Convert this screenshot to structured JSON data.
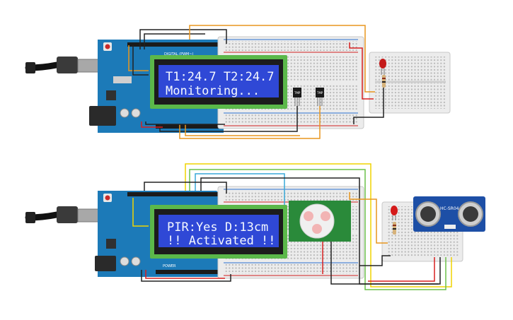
{
  "circuit_top": {
    "lcd": {
      "line1": "T1:24.7  T2:24.7",
      "line2": "Monitoring..."
    },
    "arduino": {
      "label": "DIGITAL (PWM~)"
    },
    "sensor_labels": [
      "TMP",
      "TMP"
    ]
  },
  "circuit_bottom": {
    "lcd": {
      "line1": "PIR:Yes  D:13cm",
      "line2": "!! Activated !!"
    },
    "arduino": {
      "label": "POWER"
    },
    "ultrasonic": {
      "model": "HC-SR04"
    }
  },
  "colors": {
    "arduino_blue": "#1c7ab8",
    "lcd_pcb_green": "#5bb84a",
    "lcd_screen": "#2f48d6",
    "breadboard": "#ececec",
    "wire_orange": "#e8961e",
    "wire_yellow": "#f0d400",
    "wire_green": "#6cc04a",
    "wire_blue": "#38a8d8",
    "wire_black": "#222222",
    "wire_red": "#d82020"
  },
  "icons": [
    "usb-cable-icon",
    "led-red-icon",
    "resistor-icon",
    "pir-dome-icon",
    "ultrasonic-transducer-icon",
    "tmp36-sensor-icon"
  ]
}
